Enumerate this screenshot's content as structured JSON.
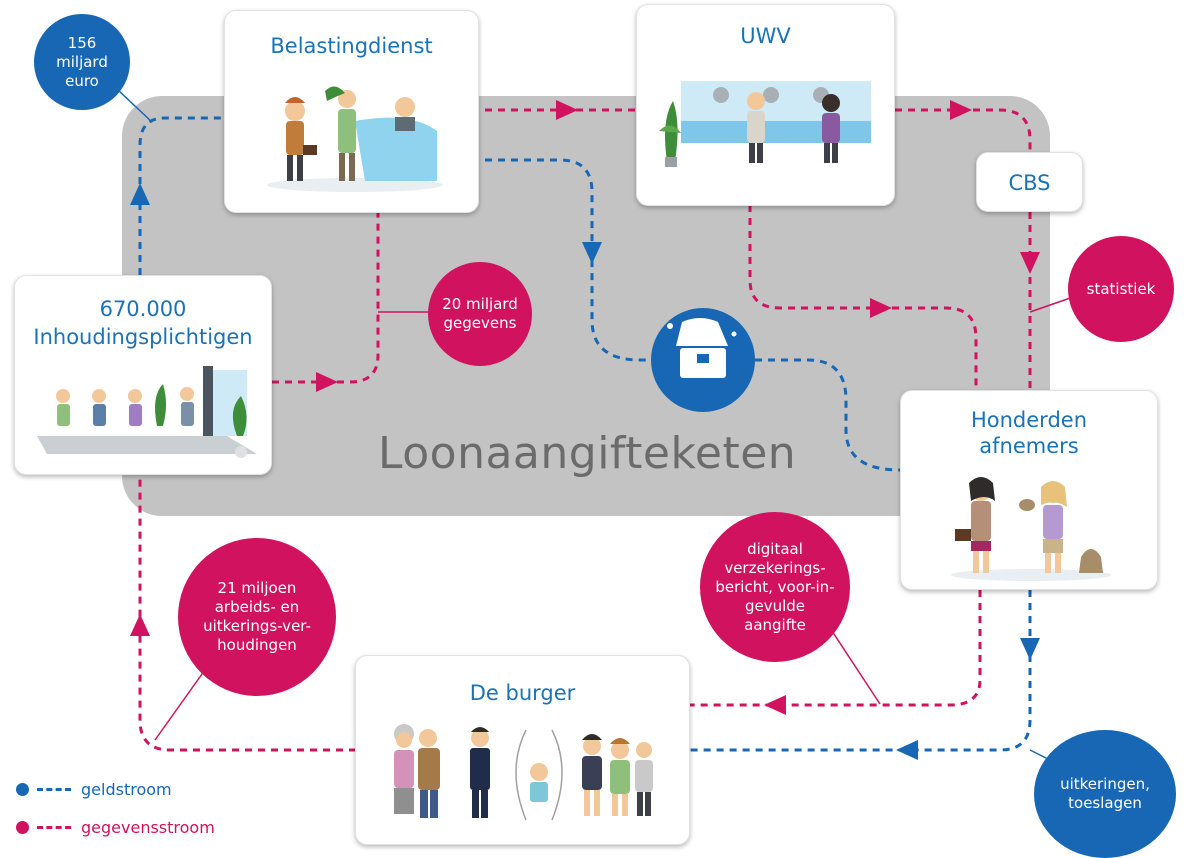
{
  "diagram": {
    "center_label": "Loonaangifteketen",
    "nodes": {
      "belastingdienst": "Belastingdienst",
      "uwv": "UWV",
      "cbs": "CBS",
      "inhoudingsplichtigen_count": "670.000",
      "inhoudingsplichtigen_label": "Inhoudingsplichtigen",
      "afnemers": "Honderden\nafnemers",
      "burger": "De burger"
    },
    "bubbles": {
      "money_156": "156\nmiljard\neuro",
      "data_20": "20 miljard\ngegevens",
      "statistiek": "statistiek",
      "verzekering": "digitaal\nverzekerings-\nbericht, voor-in-\ngevulde\naangifte",
      "verhoudingen": "21 miljoen\narbeids- en\nuitkerings-ver-\nhoudingen",
      "uitkeringen": "uitkeringen,\ntoeslagen"
    },
    "legend": {
      "money_flow": "geldstroom",
      "data_flow": "gegevensstroom"
    }
  },
  "colors": {
    "money": "#1767b5",
    "data": "#d0125f",
    "title": "#1a73b8",
    "panel": "#c3c3c3"
  }
}
